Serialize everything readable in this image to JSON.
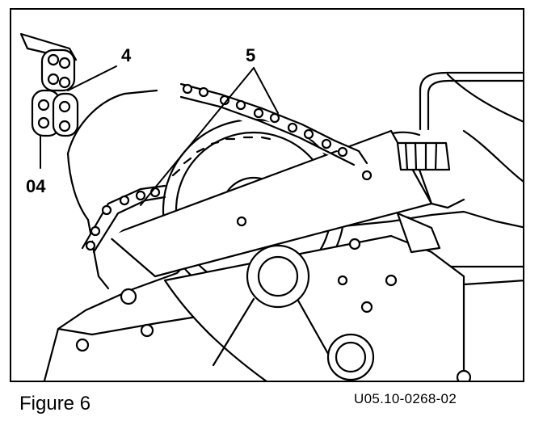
{
  "figure": {
    "caption": "Figure 6",
    "reference_code": "U05.10-0268-02",
    "callouts": {
      "part_4": "4",
      "part_5": "5",
      "part_04": "04"
    }
  },
  "colors": {
    "ink": "#000000",
    "paper": "#ffffff"
  }
}
